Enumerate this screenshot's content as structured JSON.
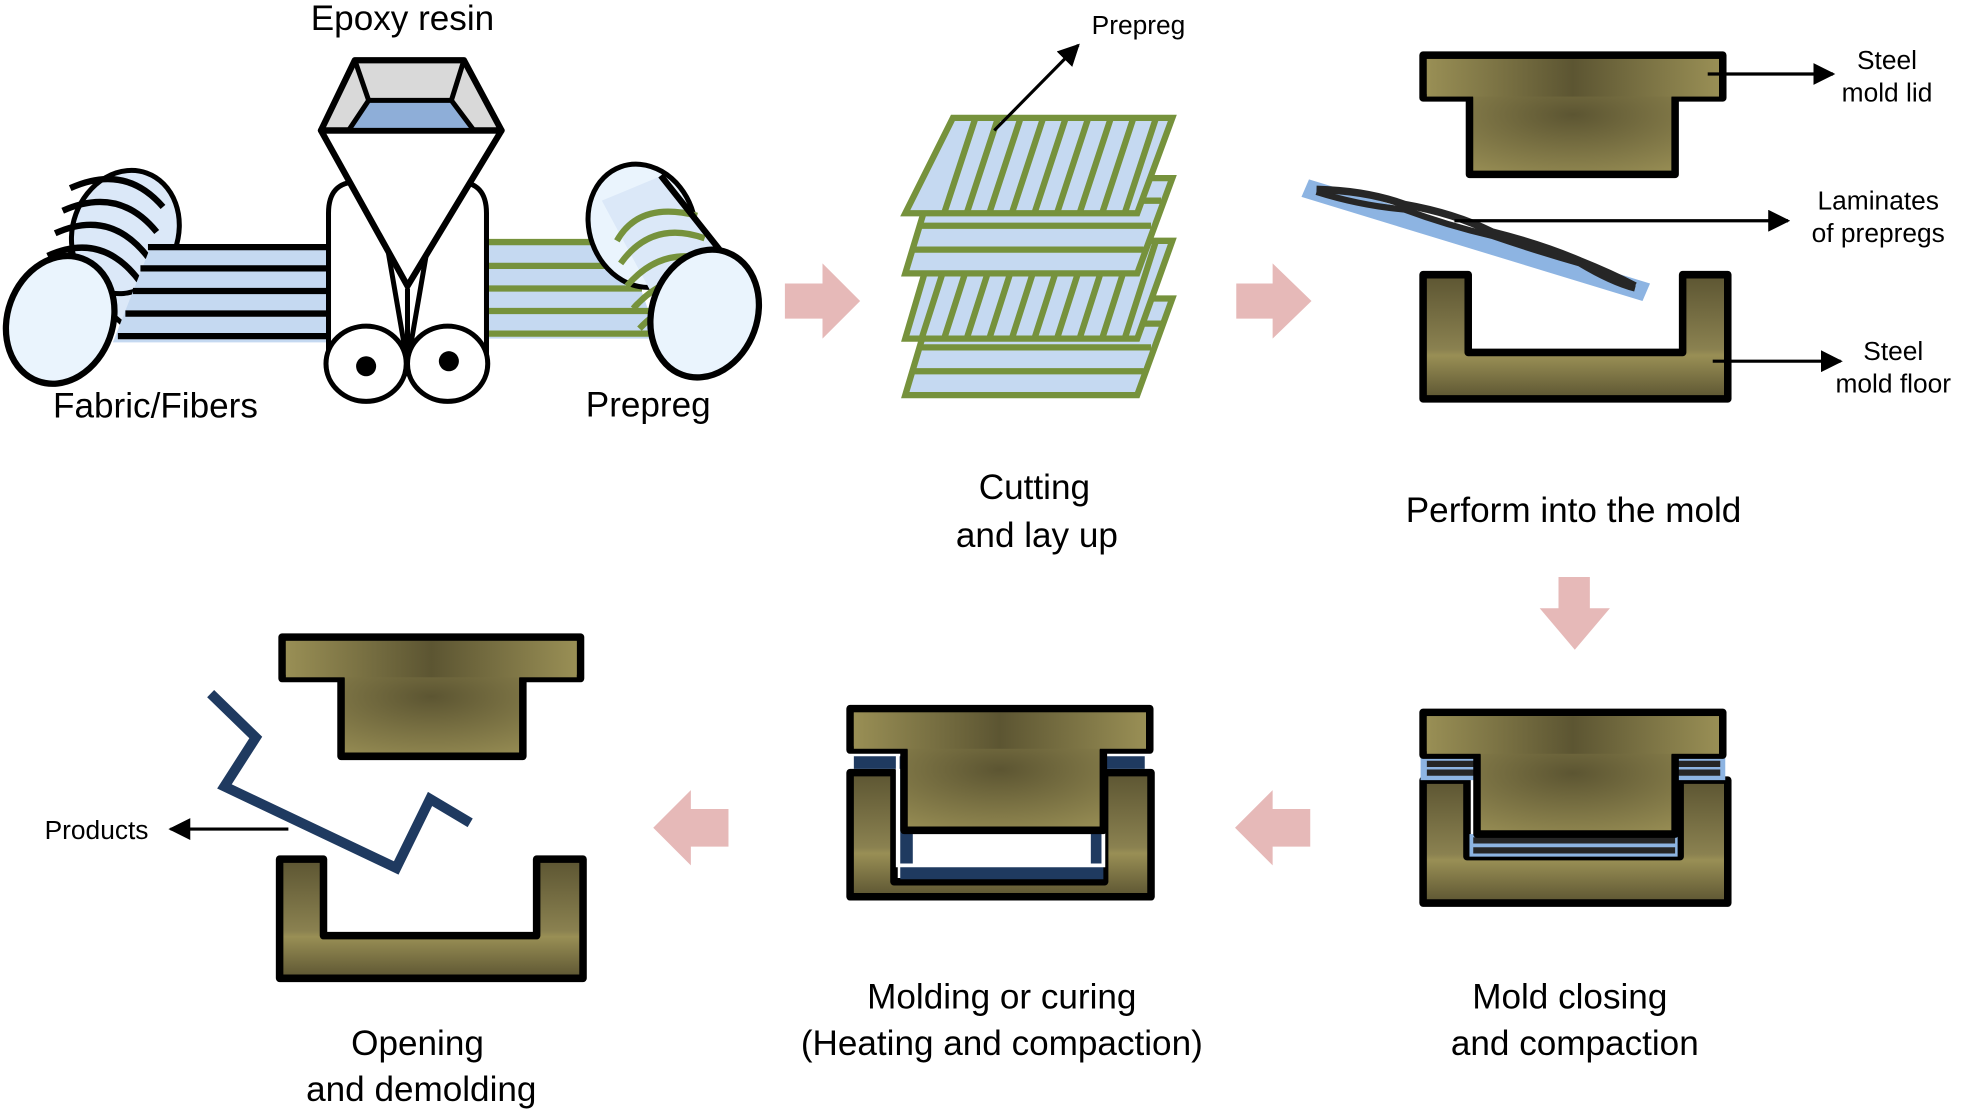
{
  "title": "Prepreg compression molding process",
  "colors": {
    "mold_light": "#998f55",
    "mold_dark": "#5c5532",
    "fiber_fill": "#c5d9f1",
    "prepreg_green": "#76923c",
    "resin_blue": "#8eaed8",
    "resin_gray": "#d9d9d9",
    "flow_arrow": "#e6b9b8",
    "product_blue": "#1f3a60",
    "laminate_blue": "#8db4e2"
  },
  "stage1": {
    "resin_label": "Epoxy resin",
    "fabric_label": "Fabric/Fibers",
    "prepreg_label": "Prepreg"
  },
  "stage2": {
    "caption_line1": "Cutting",
    "caption_line2": "and lay up",
    "callout": "Prepreg"
  },
  "stage3": {
    "caption": "Perform into the mold",
    "lid_callout_line1": "Steel",
    "lid_callout_line2": "mold lid",
    "laminate_callout_line1": "Laminates",
    "laminate_callout_line2": "of prepregs",
    "floor_callout_line1": "Steel",
    "floor_callout_line2": "mold floor"
  },
  "stage4": {
    "caption_line1": "Mold closing",
    "caption_line2": "and compaction"
  },
  "stage5": {
    "caption_line1": "Molding or curing",
    "caption_line2": "(Heating and compaction)"
  },
  "stage6": {
    "caption_line1": "Opening",
    "caption_line2": "and demolding",
    "callout": "Products"
  }
}
